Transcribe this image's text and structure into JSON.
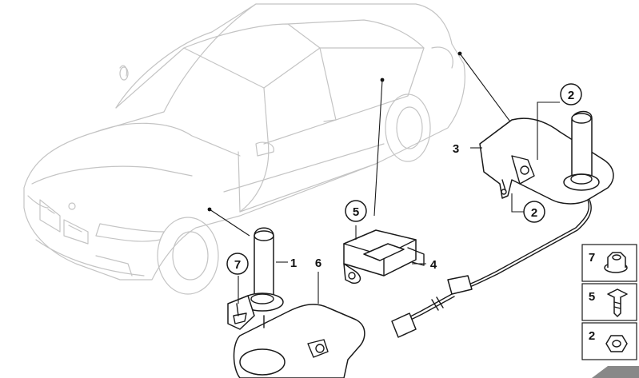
{
  "callouts": {
    "c1": "1",
    "c2a": "2",
    "c2b": "2",
    "c3": "3",
    "c4": "4",
    "c5": "5",
    "c6": "6",
    "c7": "7"
  },
  "legend": {
    "items": [
      {
        "label": "7",
        "icon": "flange-nut-icon"
      },
      {
        "label": "5",
        "icon": "screw-icon"
      },
      {
        "label": "2",
        "icon": "hex-nut-icon"
      }
    ]
  }
}
